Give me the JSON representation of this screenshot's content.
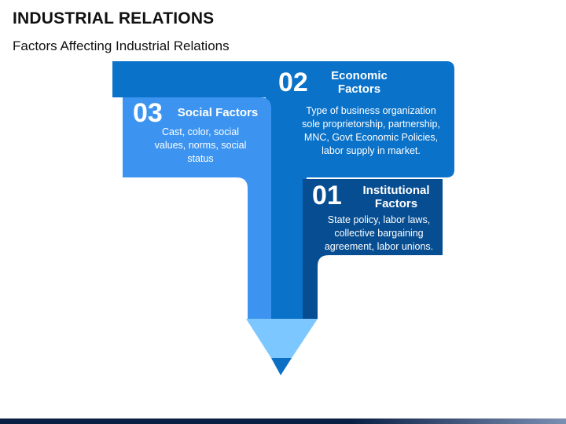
{
  "header": {
    "title": "INDUSTRIAL RELATIONS",
    "subtitle": "Factors Affecting Industrial Relations"
  },
  "colors": {
    "social": "#3d94f0",
    "economic": "#0a72c9",
    "institutional": "#064d91",
    "tip": "#7cc7ff",
    "lead": "#0c6fc4"
  },
  "factors": [
    {
      "number": "03",
      "heading": "Social Factors",
      "description": "Cast, color, social values, norms, social status"
    },
    {
      "number": "02",
      "heading": "Economic Factors",
      "description": "Type of business organization sole proprietorship, partnership, MNC, Govt Economic Policies, labor supply in market."
    },
    {
      "number": "01",
      "heading": "Institutional Factors",
      "description": "State policy, labor laws, collective bargaining agreement, labor unions."
    }
  ]
}
